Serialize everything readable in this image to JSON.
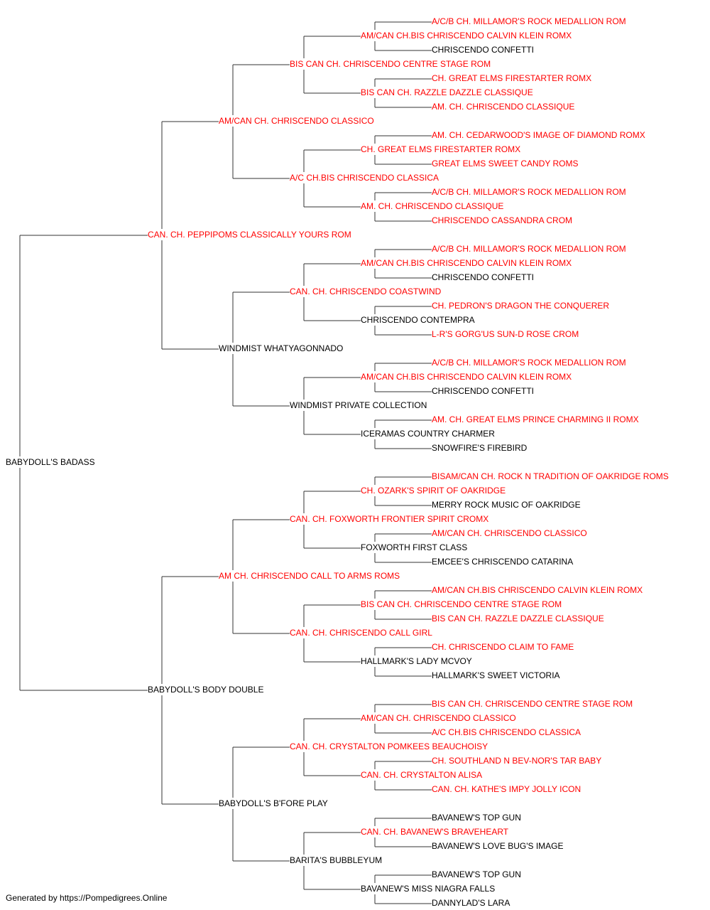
{
  "colors": {
    "champion": "#ff0000",
    "normal": "#000000",
    "connector": "#333333"
  },
  "pedigree": {
    "name": "BABYDOLL'S BADASS",
    "champion": false,
    "sire": {
      "name": "CAN. CH. PEPPIPOMS CLASSICALLY YOURS ROM",
      "champion": true,
      "sire": {
        "name": "AM/CAN CH. CHRISCENDO CLASSICO",
        "champion": true,
        "sire": {
          "name": "BIS CAN CH. CHRISCENDO CENTRE STAGE ROM",
          "champion": true,
          "sire": {
            "name": "AM/CAN CH.BIS CHRISCENDO CALVIN KLEIN ROMX",
            "champion": true,
            "sire": {
              "name": "A/C/B CH. MILLAMOR'S ROCK MEDALLION ROM",
              "champion": true
            },
            "dam": {
              "name": "CHRISCENDO CONFETTI",
              "champion": false
            }
          },
          "dam": {
            "name": "BIS CAN CH. RAZZLE DAZZLE CLASSIQUE",
            "champion": true,
            "sire": {
              "name": "CH. GREAT ELMS FIRESTARTER ROMX",
              "champion": true
            },
            "dam": {
              "name": "AM. CH. CHRISCENDO CLASSIQUE",
              "champion": true
            }
          }
        },
        "dam": {
          "name": "A/C CH.BIS CHRISCENDO CLASSICA",
          "champion": true,
          "sire": {
            "name": "CH. GREAT ELMS FIRESTARTER ROMX",
            "champion": true,
            "sire": {
              "name": "AM. CH. CEDARWOOD'S IMAGE OF DIAMOND ROMX",
              "champion": true
            },
            "dam": {
              "name": "GREAT ELMS SWEET CANDY ROMS",
              "champion": true
            }
          },
          "dam": {
            "name": "AM. CH. CHRISCENDO CLASSIQUE",
            "champion": true,
            "sire": {
              "name": "A/C/B CH. MILLAMOR'S ROCK MEDALLION ROM",
              "champion": true
            },
            "dam": {
              "name": "CHRISCENDO CASSANDRA CROM",
              "champion": true
            }
          }
        }
      },
      "dam": {
        "name": "WINDMIST WHATYAGONNADO",
        "champion": false,
        "sire": {
          "name": "CAN. CH. CHRISCENDO COASTWIND",
          "champion": true,
          "sire": {
            "name": "AM/CAN CH.BIS CHRISCENDO CALVIN KLEIN ROMX",
            "champion": true,
            "sire": {
              "name": "A/C/B CH. MILLAMOR'S ROCK MEDALLION ROM",
              "champion": true
            },
            "dam": {
              "name": "CHRISCENDO CONFETTI",
              "champion": false
            }
          },
          "dam": {
            "name": "CHRISCENDO CONTEMPRA",
            "champion": false,
            "sire": {
              "name": "CH. PEDRON'S DRAGON THE CONQUERER",
              "champion": true
            },
            "dam": {
              "name": "L-R'S GORG'US SUN-D ROSE CROM",
              "champion": true
            }
          }
        },
        "dam": {
          "name": "WINDMIST PRIVATE COLLECTION",
          "champion": false,
          "sire": {
            "name": "AM/CAN CH.BIS CHRISCENDO CALVIN KLEIN ROMX",
            "champion": true,
            "sire": {
              "name": "A/C/B CH. MILLAMOR'S ROCK MEDALLION ROM",
              "champion": true
            },
            "dam": {
              "name": "CHRISCENDO CONFETTI",
              "champion": false
            }
          },
          "dam": {
            "name": "ICERAMAS COUNTRY CHARMER",
            "champion": false,
            "sire": {
              "name": "AM. CH. GREAT ELMS PRINCE CHARMING II ROMX",
              "champion": true
            },
            "dam": {
              "name": "SNOWFIRE'S FIREBIRD",
              "champion": false
            }
          }
        }
      }
    },
    "dam": {
      "name": "BABYDOLL'S BODY DOUBLE",
      "champion": false,
      "sire": {
        "name": "AM CH. CHRISCENDO CALL TO ARMS ROMS",
        "champion": true,
        "sire": {
          "name": "CAN. CH. FOXWORTH FRONTIER SPIRIT CROMX",
          "champion": true,
          "sire": {
            "name": "CH. OZARK'S SPIRIT OF OAKRIDGE",
            "champion": true,
            "sire": {
              "name": "BISAM/CAN CH. ROCK N TRADITION OF OAKRIDGE ROMS",
              "champion": true
            },
            "dam": {
              "name": "MERRY ROCK MUSIC OF OAKRIDGE",
              "champion": false
            }
          },
          "dam": {
            "name": "FOXWORTH FIRST CLASS",
            "champion": false,
            "sire": {
              "name": "AM/CAN CH. CHRISCENDO CLASSICO",
              "champion": true
            },
            "dam": {
              "name": "EMCEE'S CHRISCENDO CATARINA",
              "champion": false
            }
          }
        },
        "dam": {
          "name": "CAN. CH. CHRISCENDO CALL GIRL",
          "champion": true,
          "sire": {
            "name": "BIS CAN CH. CHRISCENDO CENTRE STAGE ROM",
            "champion": true,
            "sire": {
              "name": "AM/CAN CH.BIS CHRISCENDO CALVIN KLEIN ROMX",
              "champion": true
            },
            "dam": {
              "name": "BIS CAN CH. RAZZLE DAZZLE CLASSIQUE",
              "champion": true
            }
          },
          "dam": {
            "name": "HALLMARK'S LADY MCVOY",
            "champion": false,
            "sire": {
              "name": "CH. CHRISCENDO CLAIM TO FAME",
              "champion": true
            },
            "dam": {
              "name": "HALLMARK'S SWEET VICTORIA",
              "champion": false
            }
          }
        }
      },
      "dam": {
        "name": "BABYDOLL'S B'FORE PLAY",
        "champion": false,
        "sire": {
          "name": "CAN. CH. CRYSTALTON POMKEES BEAUCHOISY",
          "champion": true,
          "sire": {
            "name": "AM/CAN CH. CHRISCENDO CLASSICO",
            "champion": true,
            "sire": {
              "name": "BIS CAN CH. CHRISCENDO CENTRE STAGE ROM",
              "champion": true
            },
            "dam": {
              "name": "A/C CH.BIS CHRISCENDO CLASSICA",
              "champion": true
            }
          },
          "dam": {
            "name": "CAN. CH. CRYSTALTON ALISA",
            "champion": true,
            "sire": {
              "name": "CH. SOUTHLAND N BEV-NOR'S TAR BABY",
              "champion": true
            },
            "dam": {
              "name": "CAN. CH. KATHE'S IMPY JOLLY ICON",
              "champion": true
            }
          }
        },
        "dam": {
          "name": "BARITA'S BUBBLEYUM",
          "champion": false,
          "sire": {
            "name": "CAN. CH. BAVANEW'S BRAVEHEART",
            "champion": true,
            "sire": {
              "name": "BAVANEW'S TOP GUN",
              "champion": false
            },
            "dam": {
              "name": "BAVANEW'S LOVE BUG'S IMAGE",
              "champion": false
            }
          },
          "dam": {
            "name": "BAVANEW'S MISS NIAGRA FALLS",
            "champion": false,
            "sire": {
              "name": "BAVANEW'S TOP GUN",
              "champion": false
            },
            "dam": {
              "name": "DANNYLAD'S LARA",
              "champion": false
            }
          }
        }
      }
    }
  },
  "footer": "Generated by https://Pompedigrees.Online"
}
